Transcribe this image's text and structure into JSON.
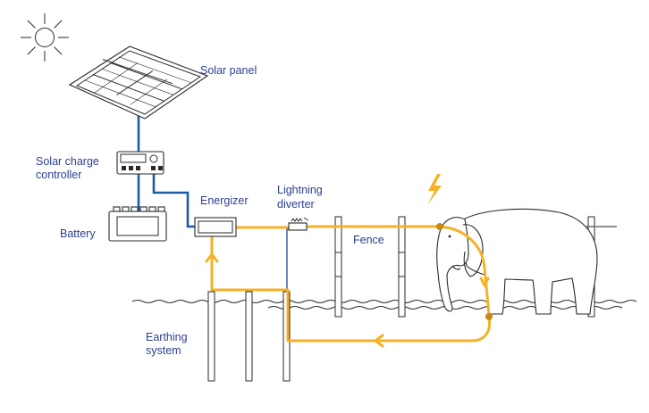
{
  "labels": {
    "solar_panel": "Solar panel",
    "solar_charge_controller": [
      "Solar charge",
      "controller"
    ],
    "battery": "Battery",
    "energizer": "Energizer",
    "lightning_diverter": [
      "Lightning",
      "diverter"
    ],
    "fence": "Fence",
    "earthing_system": [
      "Earthing",
      "system"
    ]
  },
  "colors": {
    "label_text": "#2b3f8f",
    "power_wire": "#1f5aa6",
    "current_path": "#f5b227",
    "current_node": "#c88a12",
    "lightning_bolt": "#f5b227",
    "outline": "#2a2a2a"
  },
  "icons": [
    "sun-icon",
    "solar-panel-icon",
    "charge-controller-icon",
    "battery-icon",
    "energizer-icon",
    "lightning-diverter-icon",
    "lightning-bolt-icon",
    "elephant-icon",
    "fence-post-icon",
    "earthing-rod-icon",
    "arrow-icon"
  ]
}
